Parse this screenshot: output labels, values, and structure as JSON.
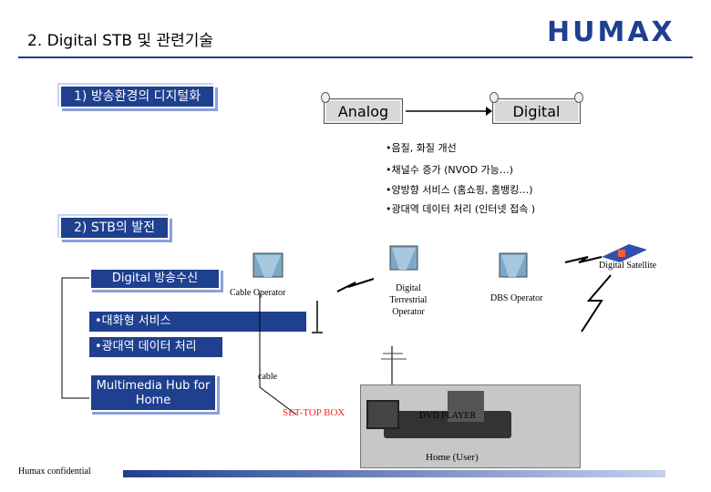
{
  "header": {
    "title": "2. Digital STB  및 관련기술",
    "logo": "HUMAX"
  },
  "section1": {
    "label": "1) 방송환경의 디지털화",
    "analog": "Analog",
    "digital": "Digital",
    "bullets": [
      "•음질, 화질 개선",
      "•채널수 증가 (NVOD 가능…)",
      "•양방향 서비스 (홈쇼핑, 홈뱅킹…)",
      "•광대역 데이터 처리 (인터넷 접속 )"
    ]
  },
  "section2": {
    "label": "2) STB의 발전",
    "receiver": "Digital 방송수신",
    "features": [
      "•대화형 서비스",
      "•광대역 데이터 처리"
    ],
    "hub": "Multimedia Hub for Home"
  },
  "network": {
    "satellite": "Digital Satellite",
    "cable_operator": "Cable Operator",
    "terrestrial": "Digital Terrestrial Operator",
    "dbs": "DBS Operator",
    "cable": "cable",
    "stb": "SET-TOP BOX",
    "dvd": "DVD PLAYER",
    "home": "Home (User)"
  },
  "footer": {
    "confidential": "Humax confidential"
  },
  "colors": {
    "brand": "#1f3f8f",
    "red": "#ff2020"
  }
}
